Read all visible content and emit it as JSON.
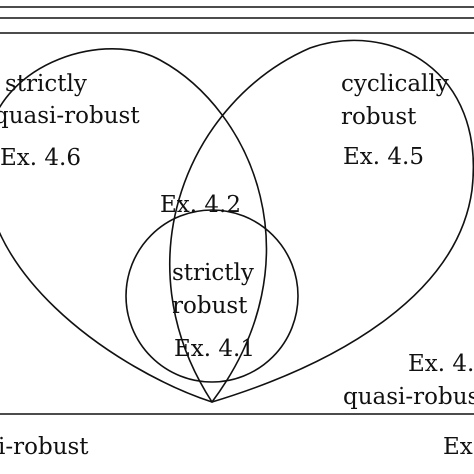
{
  "diagram": {
    "colors": {
      "stroke": "#111111",
      "background": "#ffffff"
    },
    "regions": {
      "strictly_quasi_robust": {
        "line1": "strictly",
        "line2": "quasi-robust",
        "example": "Ex. 4.6"
      },
      "cyclically_robust": {
        "line1": "cyclically",
        "line2": "robust",
        "example": "Ex. 4.5"
      },
      "intersection": {
        "example": "Ex. 4.2"
      },
      "strictly_robust": {
        "line1": "strictly",
        "line2": "robust",
        "example": "Ex. 4.1"
      },
      "quasi_robust": {
        "example": "Ex. 4.",
        "line1": "quasi-robust"
      }
    },
    "bottom_strip": {
      "left_text": "i-robust",
      "right_text": "Ex."
    }
  }
}
